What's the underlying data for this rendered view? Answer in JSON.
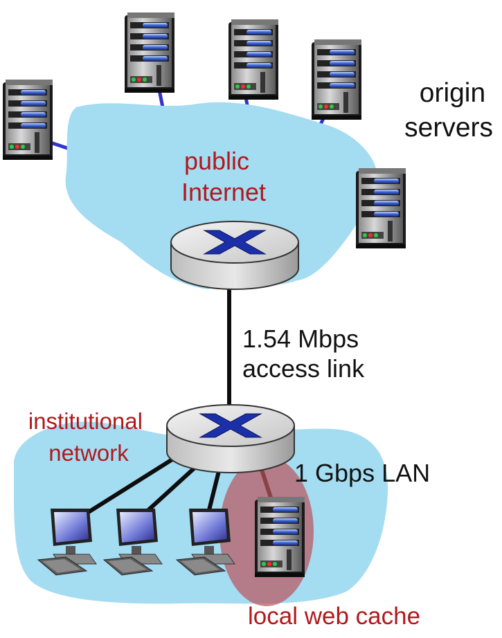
{
  "labels": {
    "origin_servers": [
      "origin",
      "servers"
    ],
    "public_internet": [
      "public",
      "Internet"
    ],
    "access_link": [
      "1.54 Mbps",
      "access link"
    ],
    "institutional_network": [
      "institutional",
      "network"
    ],
    "lan": "1 Gbps LAN",
    "local_cache": "local web cache"
  },
  "colors": {
    "cloud": "#a4dcf2",
    "red_text": "#b2181c",
    "black_text": "#111111",
    "link": "#0d0d0d",
    "server_link": "#3333cc",
    "cache_highlight": "#b8585e"
  },
  "icons": {
    "server": "server-icon",
    "router": "router-icon",
    "workstation": "workstation-icon"
  }
}
